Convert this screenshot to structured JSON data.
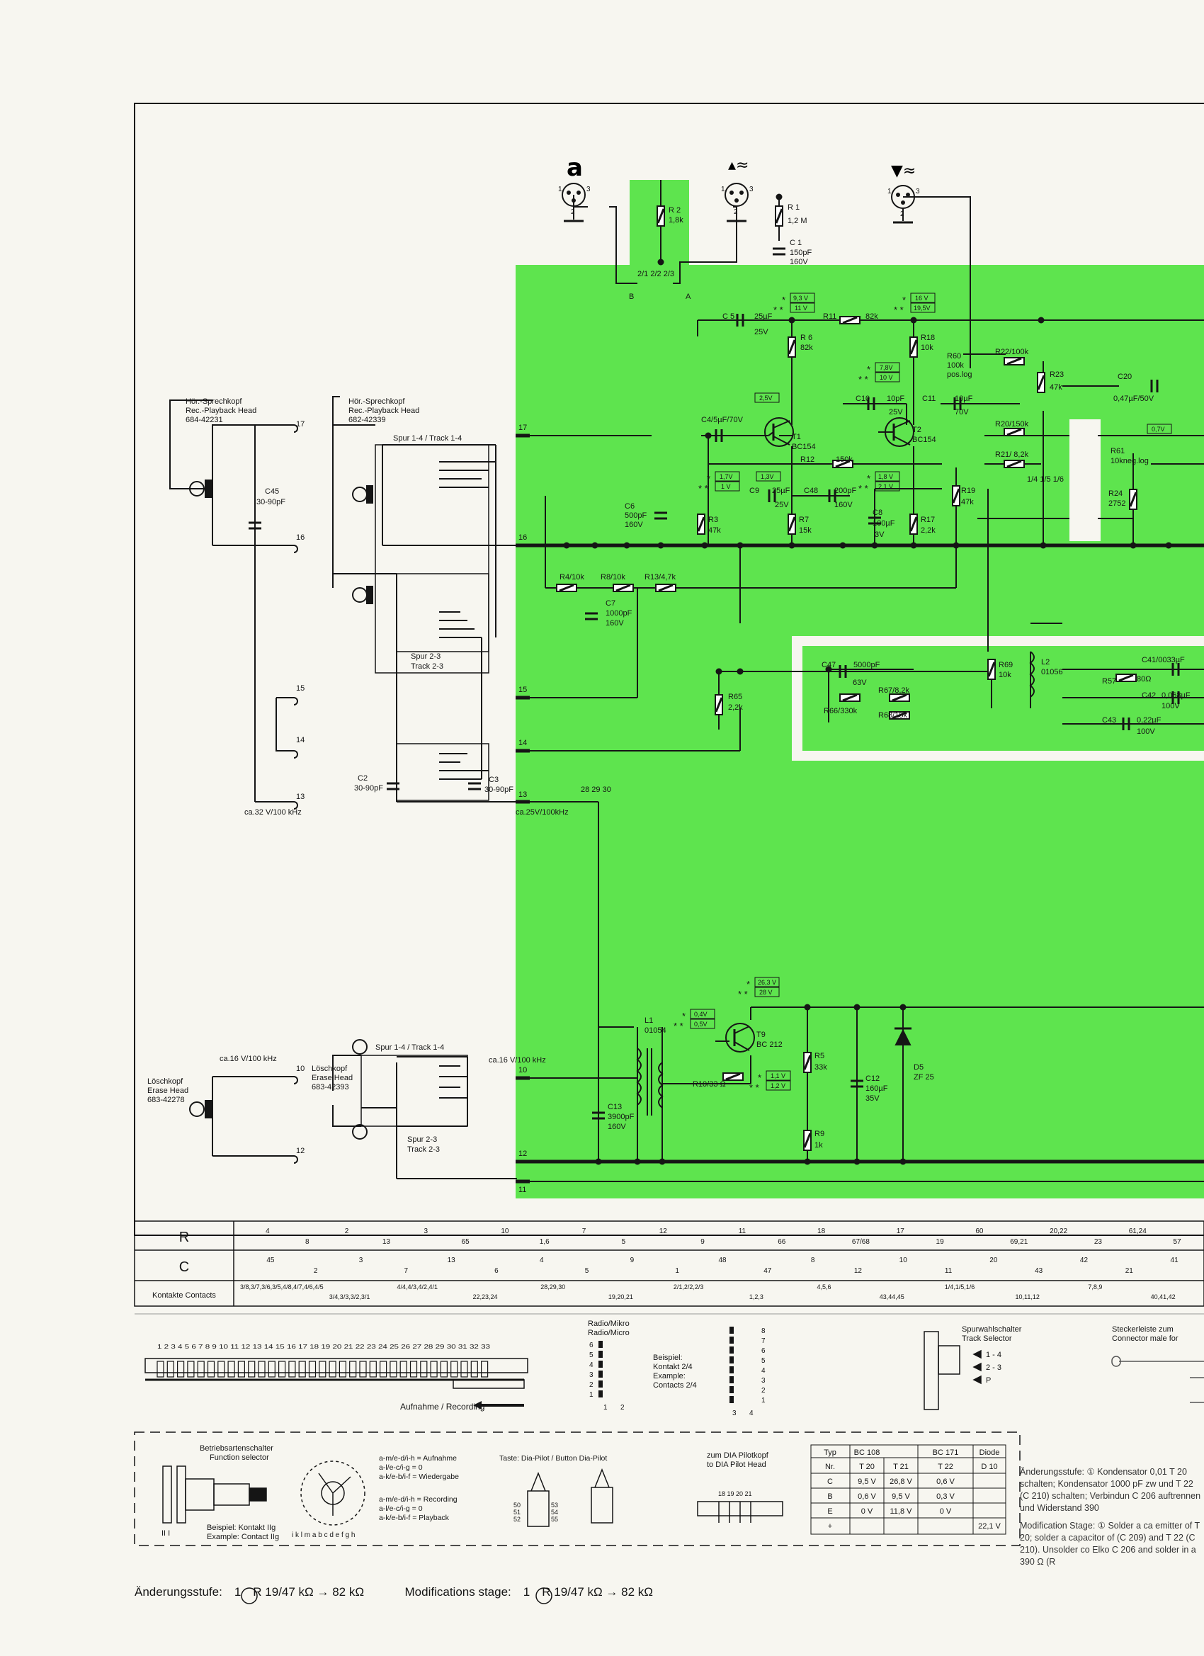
{
  "sheet": {
    "input_icons": [
      "microphone-icon",
      "radio-dia-icon",
      "playback-output-icon"
    ],
    "heads": {
      "head1": {
        "de": "Hör.-Sprechkopf",
        "en": "Rec.-Playback Head",
        "nr": "684-42231"
      },
      "head2": {
        "de": "Hör.-Sprechkopf",
        "en": "Rec.-Playback Head",
        "nr": "682-42339"
      },
      "erase1": {
        "de": "Löschkopf",
        "en": "Erase Head",
        "nr": "683-42278"
      },
      "erase2": {
        "de": "Löschkopf",
        "en": "Erase Head",
        "nr": "683-42393"
      }
    },
    "track_labels": {
      "track14": "Spur 1-4 / Track 1-4",
      "spur23": "Spur 2-3",
      "track23": "Track 2-3",
      "erase_track14": "Spur 1-4 / Track 1-4",
      "erase_spur23": "Spur 2-3",
      "erase_track23": "Track 2-3"
    },
    "levels": {
      "rec": "ca.32 V/100 kHz",
      "bias": "ca.25V/100kHz",
      "erase_left": "ca.16 V/100 kHz",
      "erase_right": "ca.16 V/100 kHz"
    },
    "components": {
      "R2": "R 2",
      "R2v": "1,8k",
      "R1": "R 1",
      "R1v": "1,2 M",
      "C1": "C 1",
      "C1v": "150pF",
      "C1u": "160V",
      "C5": "C 5",
      "C5v": "25µF",
      "C5u": "25V",
      "R11": "R11",
      "R11v": "82k",
      "R6": "R 6",
      "R6v": "82k",
      "R18": "R18",
      "R18v": "10k",
      "R60": "R60",
      "R60v": "100k",
      "R60t": "pos.log",
      "R22": "R22/100k",
      "R23": "R23",
      "R23v": "47k",
      "C20": "C20",
      "C20v": "0,47µF/50V",
      "C10": "C10",
      "C10v": "10pF",
      "C10u": "25V",
      "C11": "C11",
      "C11v": "10µF",
      "C11u": "70V",
      "C4": "C4/5µF/70V",
      "T1": "T1",
      "T1t": "BC154",
      "T2": "T2",
      "T2t": "BC154",
      "R20": "R20/150k",
      "R21": "R21/ 8,2k",
      "R61": "R61",
      "R61v": "10kneg.log",
      "R12": "R12",
      "R12v": "150k",
      "C9": "C9",
      "C9v": "25µF",
      "C9u": "25V",
      "C48": "C48",
      "C48v": "200pF",
      "C48u": "160V",
      "C8": "C8",
      "C8v": "100µF",
      "C8u": "3V",
      "R19": "R19",
      "R19v": "47k",
      "R24": "R24",
      "R24v": "2752",
      "C6": "C6",
      "C6v": "500pF",
      "C6u": "160V",
      "R3": "R3",
      "R3v": "47k",
      "R7": "R7",
      "R7v": "15k",
      "R17": "R17",
      "R17v": "2,2k",
      "C45": "C45",
      "C45v": "30-90pF",
      "R4": "R4/10k",
      "R8": "R8/10k",
      "R13": "R13/4,7k",
      "C7": "C7",
      "C7v": "1000pF",
      "C7u": "160V",
      "R65": "R65",
      "R65v": "2,2k",
      "C47": "C47",
      "C47v": "5000pF",
      "C47u": "63V",
      "R67": "R67/8,2k",
      "R66": "R66/330k",
      "R68": "R68/15k",
      "R69": "R69",
      "R69v": "10k",
      "L2": "L2",
      "L2v": "01056",
      "R57": "R57",
      "R57v": "80Ω",
      "C41": "C41/0033µF",
      "C42": "C42",
      "C42v": "0,068µF",
      "C42u": "100V",
      "C43": "C43",
      "C43v": "0,22µF",
      "C43u": "100V",
      "C2": "C2",
      "C2v": "30-90pF",
      "C3": "C3",
      "C3v": "30-90pF",
      "L1": "L1",
      "L1v": "01054",
      "T9": "T9",
      "T9t": "BC 212",
      "R5": "R5",
      "R5v": "33k",
      "C12": "C12",
      "C12v": "160µF",
      "C12u": "35V",
      "D5": "D5",
      "D5t": "ZF 25",
      "R10": "R10/33 Ω",
      "C13": "C13",
      "C13v": "3900pF",
      "C13u": "160V",
      "R9": "R9",
      "R9v": "1k",
      "sw_B": "B",
      "sw_A": "A",
      "sw_top": "2/1 2/2 2/3",
      "sel_1_4_6": "1/4 1/5 1/6",
      "num_28_30": "28 29 30"
    },
    "voltages": {
      "v93": "9,3 V",
      "v11": "11 V",
      "v16": "16 V",
      "v195": "19,5V",
      "v78": "7,8V",
      "v10": "10 V",
      "v25": "2,5V",
      "v17": "1,7V",
      "v1": "1 V",
      "v13": "1,3V",
      "v18": "1,8 V",
      "v21": "2,1 V",
      "v07": "0,7V",
      "v263": "26,3 V",
      "v28": "28 V",
      "v04": "0,4V",
      "v05": "0,5V",
      "v11b": "1,1 V",
      "v12": "1,2 V",
      "star": "*",
      "dstar": "* *"
    }
  },
  "lookup_table": {
    "rows": [
      {
        "label": "R",
        "entries": [
          "4",
          "8",
          "2",
          "13",
          "3",
          "65",
          "10",
          "1,6",
          "7",
          "5",
          "12",
          "9",
          "11",
          "66",
          "18",
          "67/68",
          "17",
          "19",
          "60",
          "69,21",
          "20,22",
          "23",
          "61,24",
          "57"
        ]
      },
      {
        "label": "C",
        "entries": [
          "45",
          "2",
          "3",
          "7",
          "13",
          "6",
          "4",
          "5",
          "9",
          "1",
          "48",
          "47",
          "8",
          "12",
          "10",
          "11",
          "20",
          "43",
          "42",
          "21",
          "41"
        ]
      },
      {
        "label": "Kontakte\nContacts",
        "entries": [
          "3/8,3/7,3/6,3/5,4/8,4/7,4/6,4/5",
          "3/4,3/3,3/2,3/1",
          "4/4,4/3,4/2,4/1",
          "22,23,24",
          "28,29,30",
          "19,20,21",
          "2/1,2/2,2/3",
          "1,2,3",
          "4,5,6",
          "43,44,45",
          "1/4,1/5,1/6",
          "10,11,12",
          "7,8,9",
          "40,41,42"
        ]
      }
    ]
  },
  "legend": {
    "numbers": "1 2 3 4 5 6 7 8 9 10 11 12 13 14 15 16 17 18 19 20 21 22 23 24 25 26 27 28 29 30 31 32 33",
    "recording": "Aufnahme / Recording",
    "radio_mikro": "Radio/Mikro",
    "radio_micro": "Radio/Micro",
    "beispiel_de": "Beispiel:",
    "kontakt_de": "Kontakt 2/4",
    "example_en": "Example:",
    "contacts_en": "Contacts 2/4",
    "left_digits": [
      "6",
      "5",
      "4",
      "3",
      "2",
      "1"
    ],
    "col_digits": [
      "1",
      "2"
    ],
    "right_digits": [
      "8",
      "7",
      "6",
      "5",
      "4",
      "3",
      "2",
      "1"
    ],
    "right_cols": [
      "3",
      "4"
    ],
    "spur_de": "Spurwahlschalter",
    "spur_en": "Track Selector",
    "spur_opts": [
      "1 - 4",
      "2 - 3",
      "P"
    ],
    "stecker_de": "Steckerleiste zum",
    "stecker_en": "Connector male for"
  },
  "function_selector": {
    "title_de": "Betriebsartenschalter",
    "title_en": "Function selector",
    "roman": "II  I",
    "letters": "i k l m a b c d e f g h",
    "lines_de": [
      "a-m/e-d/i-h = Aufnahme",
      "a-l/e-c/i-g = 0",
      "a-k/e-b/i-f = Wiedergabe"
    ],
    "lines_en": [
      "a-m/e-d/i-h = Recording",
      "a-l/e-c/i-g = 0",
      "a-k/e-b/i-f = Playback"
    ],
    "beispiel": "Beispiel: Kontakt IIg",
    "example": "Example: Contact IIg",
    "button_title": "Taste: Dia-Pilot / Button Dia-Pilot",
    "button_nums": [
      "50",
      "51",
      "52",
      "53",
      "54",
      "55"
    ],
    "dia_title_de": "zum DIA Pilotkopf",
    "dia_title_en": "to DIA Pilot Head",
    "dia_pins": "18 19 20 21"
  },
  "transistor_table": {
    "headers": [
      "Typ",
      "BC 108",
      "",
      "BC 171",
      "Diode"
    ],
    "sub": [
      "Nr.",
      "T 20",
      "T 21",
      "T 22",
      "D 10"
    ],
    "rows": [
      [
        "C",
        "9,5 V",
        "26,8 V",
        "0,6 V",
        ""
      ],
      [
        "B",
        "0,6 V",
        "9,5 V",
        "0,3 V",
        ""
      ],
      [
        "E",
        "0 V",
        "11,8 V",
        "0 V",
        ""
      ],
      [
        "+",
        "",
        "",
        "",
        "22,1 V"
      ]
    ]
  },
  "modification_text": {
    "de": "Änderungsstufe: ① Kondensator 0,01 T 20 schalten; Kondensator 1000 pF zw und T 22 (C 210) schalten; Verbindun C 206 auftrennen und Widerstand 390",
    "en": "Modification Stage: ① Solder a ca emitter of T 20; solder a capacitor of (C 209) and T 22 (C 210). Unsolder co Elko C 206 and solder in a 390 Ω (R"
  },
  "footer": {
    "de_prefix": "Änderungsstufe:",
    "de_value": "R 19/47 kΩ → 82 kΩ",
    "en_prefix": "Modifications stage:",
    "en_value": "R 19/47 kΩ → 82 kΩ",
    "circled_one": "1"
  }
}
